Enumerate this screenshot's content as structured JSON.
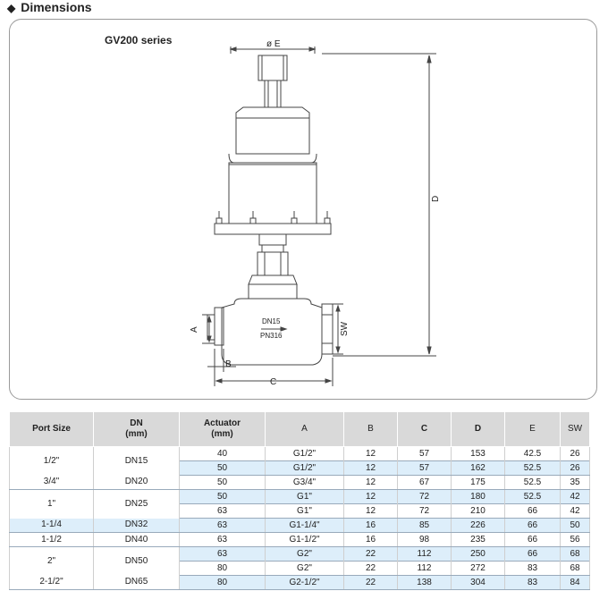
{
  "heading": "Dimensions",
  "series_title": "GV200 series",
  "drawing_labels": {
    "e": "ø E",
    "d": "D",
    "a": "A",
    "b": "B",
    "c": "C",
    "sw": "SW",
    "body_dn": "DN15",
    "body_pn": "PN316"
  },
  "table": {
    "headers": [
      "Port Size",
      "DN\n(mm)",
      "Actuator\n(mm)",
      "A",
      "B",
      "C",
      "D",
      "E",
      "SW"
    ],
    "groups": [
      {
        "port": "1/2\"",
        "dn": "DN15",
        "rows": [
          [
            "40",
            "G1/2\"",
            "12",
            "57",
            "153",
            "42.5",
            "26"
          ],
          [
            "50",
            "G1/2\"",
            "12",
            "57",
            "162",
            "52.5",
            "26"
          ]
        ]
      },
      {
        "port": "3/4\"",
        "dn": "DN20",
        "rows": [
          [
            "50",
            "G3/4\"",
            "12",
            "67",
            "175",
            "52.5",
            "35"
          ]
        ]
      },
      {
        "port": "1\"",
        "dn": "DN25",
        "rows": [
          [
            "50",
            "G1\"",
            "12",
            "72",
            "180",
            "52.5",
            "42"
          ],
          [
            "63",
            "G1\"",
            "12",
            "72",
            "210",
            "66",
            "42"
          ]
        ]
      },
      {
        "port": "1-1/4",
        "dn": "DN32",
        "rows": [
          [
            "63",
            "G1-1/4\"",
            "16",
            "85",
            "226",
            "66",
            "50"
          ]
        ]
      },
      {
        "port": "1-1/2",
        "dn": "DN40",
        "rows": [
          [
            "63",
            "G1-1/2\"",
            "16",
            "98",
            "235",
            "66",
            "56"
          ]
        ]
      },
      {
        "port": "2\"",
        "dn": "DN50",
        "rows": [
          [
            "63",
            "G2\"",
            "22",
            "112",
            "250",
            "66",
            "68"
          ],
          [
            "80",
            "G2\"",
            "22",
            "112",
            "272",
            "83",
            "68"
          ]
        ]
      },
      {
        "port": "2-1/2\"",
        "dn": "DN65",
        "rows": [
          [
            "80",
            "G2-1/2\"",
            "22",
            "138",
            "304",
            "83",
            "84"
          ]
        ]
      }
    ]
  }
}
